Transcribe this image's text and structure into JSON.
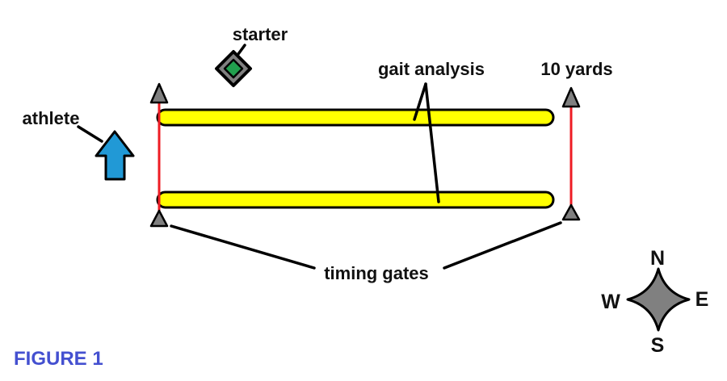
{
  "figure": {
    "caption": "FIGURE 1"
  },
  "labels": {
    "starter": "starter",
    "athlete": "athlete",
    "gait_analysis": "gait analysis",
    "ten_yards": "10 yards",
    "timing_gates": "timing gates"
  },
  "compass": {
    "north": "N",
    "east": "E",
    "south": "S",
    "west": "W"
  },
  "icons": {
    "starter_marker": "green-diamond-icon",
    "athlete_marker": "blue-up-arrow-icon",
    "timing_gate_sensor": "gray-triangle-icon",
    "compass_rose": "four-point-star-icon"
  },
  "colors": {
    "background": "#ffffff",
    "outline": "#000000",
    "text_black": "#111111",
    "lane_yellow": "#ffff00",
    "gate_red": "#ee1c24",
    "athlete_blue": "#2199d6",
    "starter_green": "#21a04e",
    "marker_gray": "#808080",
    "caption_blue": "#4450d0"
  }
}
